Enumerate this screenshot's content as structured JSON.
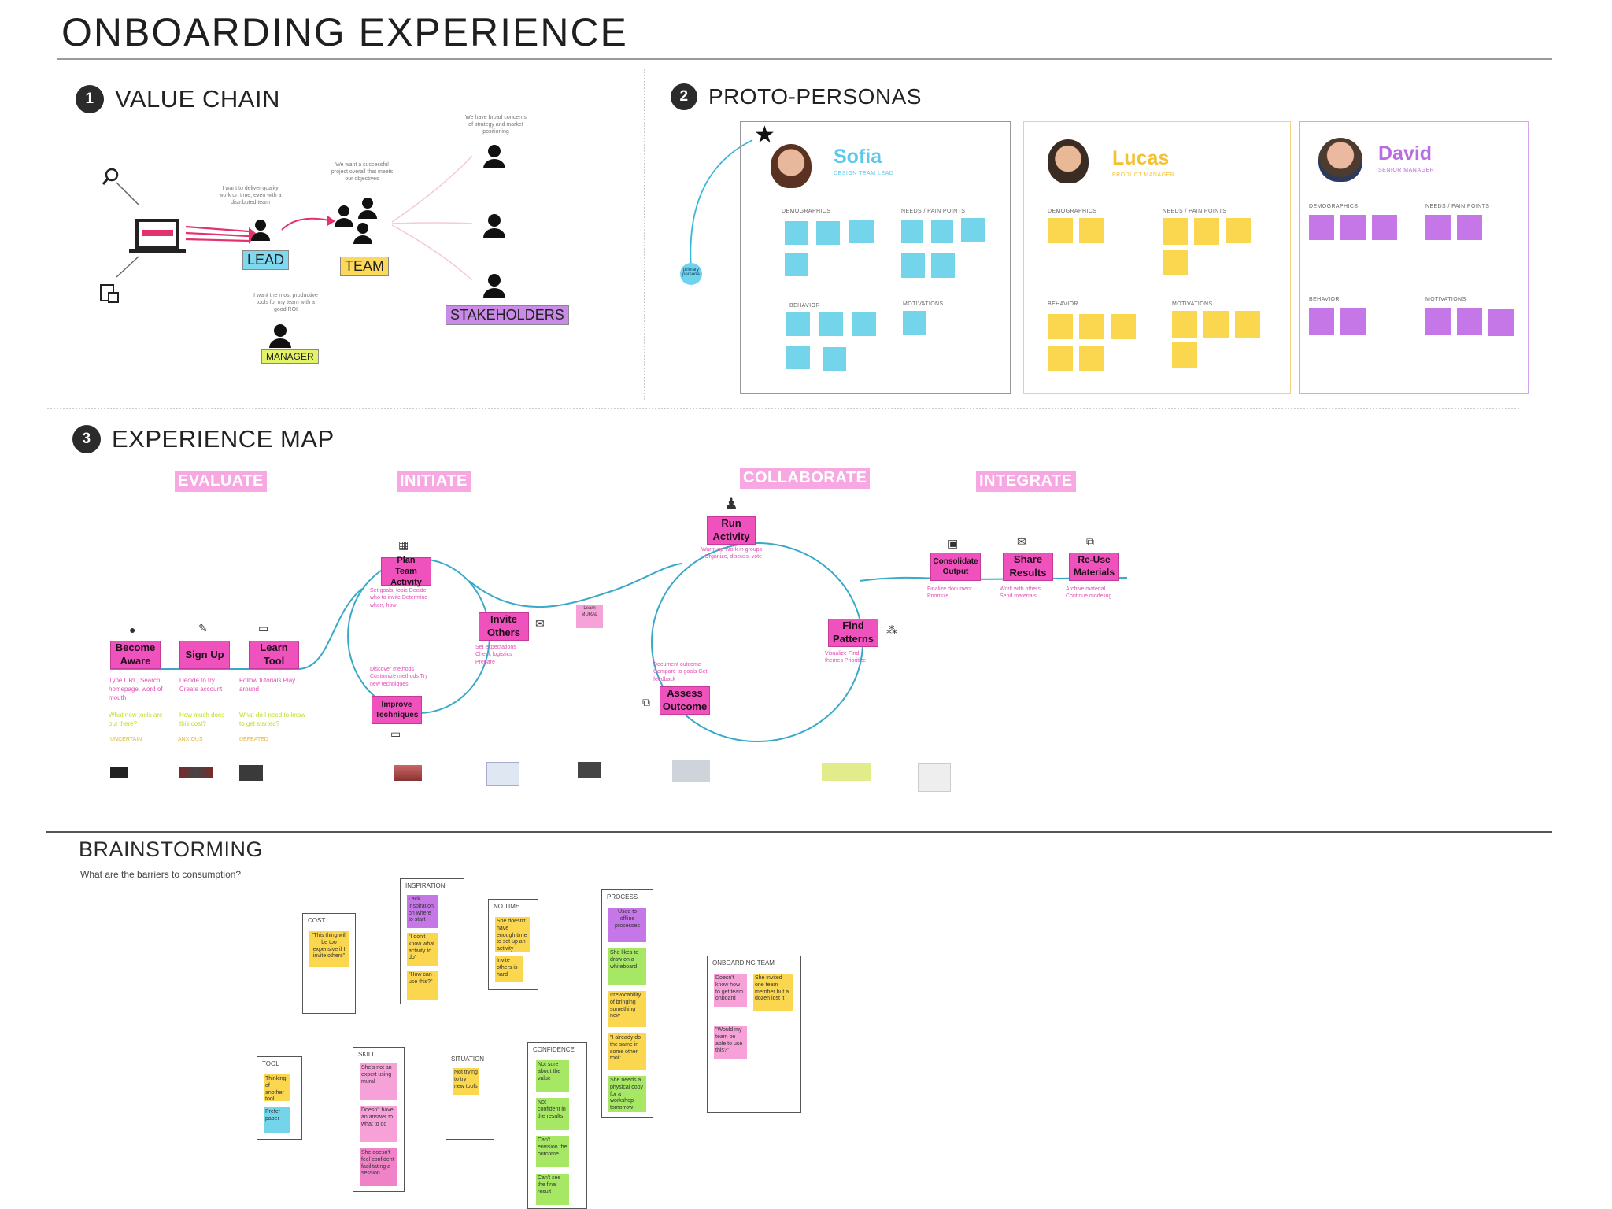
{
  "page_title": "ONBOARDING EXPERIENCE",
  "sections": {
    "value_chain": {
      "num": "1",
      "title": "VALUE CHAIN"
    },
    "proto_personas": {
      "num": "2",
      "title": "PROTO-PERSONAS"
    },
    "experience_map": {
      "num": "3",
      "title": "EXPERIENCE MAP"
    },
    "brainstorming": {
      "title": "BRAINSTORMING",
      "question": "What are the barriers to consumption?"
    }
  },
  "value_chain": {
    "lead_label": "LEAD",
    "team_label": "TEAM",
    "stakeholders_label": "STAKEHOLDERS",
    "manager_label": "MANAGER",
    "colors": {
      "lead": "#7fd8ee",
      "team": "#fcd95a",
      "stakeholders": "#c98ae8",
      "manager": "#e4f26a",
      "arrow": "#e2336f"
    },
    "quotes": {
      "lead": "I want to deliver quality work on time, even with a distributed team",
      "team": "We want a successful project overall that meets our objectives",
      "stakeholders": "We have broad concerns of strategy and market positioning",
      "manager": "I want the most productive tools for my team with a good ROI"
    }
  },
  "personas": [
    {
      "name": "Sofia",
      "role": "DESIGN TEAM LEAD",
      "color": "#5cc8ea"
    },
    {
      "name": "Lucas",
      "role": "PRODUCT MANAGER",
      "color": "#f4c22f"
    },
    {
      "name": "David",
      "role": "SENIOR MANAGER",
      "color": "#b86ee0"
    }
  ],
  "persona_labels": {
    "demographics": "DEMOGRAPHICS",
    "needs": "NEEDS / PAIN POINTS",
    "behavior": "BEHAVIOR",
    "motivations": "MOTIVATIONS"
  },
  "primary_persona_label": "primary persona",
  "experience_map": {
    "phases": [
      "EVALUATE",
      "INITIATE",
      "COLLABORATE",
      "INTEGRATE"
    ],
    "steps": {
      "become_aware": "Become Aware",
      "sign_up": "Sign Up",
      "learn_tool": "Learn Tool",
      "plan_team": "Plan Team Activity",
      "invite_others": "Invite Others",
      "improve_techniques": "Improve Techniques",
      "run_activity": "Run Activity",
      "find_patterns": "Find Patterns",
      "assess_outcome": "Assess Outcome",
      "consolidate_output": "Consolidate Output",
      "share_results": "Share Results",
      "reuse_materials": "Re-Use Materials",
      "learn_more": "Learn MURAL"
    },
    "notes": {
      "become_aware": "Type URL, Search, homepage, word of mouth",
      "become_aware_q": "What new tools are out there?",
      "sign_up": "Decide to try Create account",
      "sign_up_q": "How much does this cost?",
      "learn_tool": "Follow tutorials Play around",
      "learn_tool_q": "What do I need to know to get started?",
      "plan_team": "Set goals, topic Decide who to invite Determine when, how",
      "invite_others": "Set expectations Check logistics Prepare",
      "improve_techniques": "Discover methods Customize methods Try new techniques",
      "run_activity": "Warm up Work in groups Organize, discuss, vote",
      "find_patterns": "Visualize Find themes Prioritize",
      "assess_outcome": "Document outcome Compare to goals Get feedback",
      "consolidate_output": "Finalize document Prioritize",
      "share_results": "Work with others Send materials",
      "reuse_materials": "Archive material Continue modeling"
    },
    "emotions": {
      "become_aware": "UNCERTAIN",
      "sign_up": "ANXIOUS",
      "learn_tool": "DEFEATED"
    }
  },
  "brainstorm_columns": [
    {
      "id": "cost",
      "header": "COST",
      "notes": [
        "\"This thing will be too expensive if I invite others\""
      ]
    },
    {
      "id": "inspiration",
      "header": "INSPIRATION",
      "notes": [
        "Lack inspiration on where to start",
        "\"I don't know what activity to do\"",
        "\"How can I use this?\""
      ]
    },
    {
      "id": "no_time",
      "header": "NO TIME",
      "notes": [
        "She doesn't have enough time to set up an activity",
        "Invite others is hard"
      ]
    },
    {
      "id": "process",
      "header": "PROCESS",
      "notes": [
        "Used to offline processes",
        "She likes to draw on a whiteboard",
        "Irrevocability of bringing something new",
        "\"I already do the same in some other tool\"",
        "She needs a physical copy for a workshop tomorrow"
      ]
    },
    {
      "id": "onboarding_team",
      "header": "ONBOARDING TEAM",
      "notes": [
        "Doesn't know how to get team onboard",
        "She invited one team member but a dozen lost it",
        "\"Would my team be able to use this?\""
      ]
    },
    {
      "id": "tool",
      "header": "TOOL",
      "notes": [
        "Thinking of another tool",
        "Prefer paper"
      ]
    },
    {
      "id": "skill",
      "header": "SKILL",
      "notes": [
        "She's not an expert using mural",
        "Doesn't have an answer to what to do",
        "She doesn't feel confident facilitating a session"
      ]
    },
    {
      "id": "situation",
      "header": "SITUATION",
      "notes": [
        "Not trying to try new tools"
      ]
    },
    {
      "id": "confidence",
      "header": "CONFIDENCE",
      "notes": [
        "Not sure about the value",
        "Not confident in the results",
        "Can't envision the outcome",
        "Can't see the final result"
      ]
    }
  ]
}
